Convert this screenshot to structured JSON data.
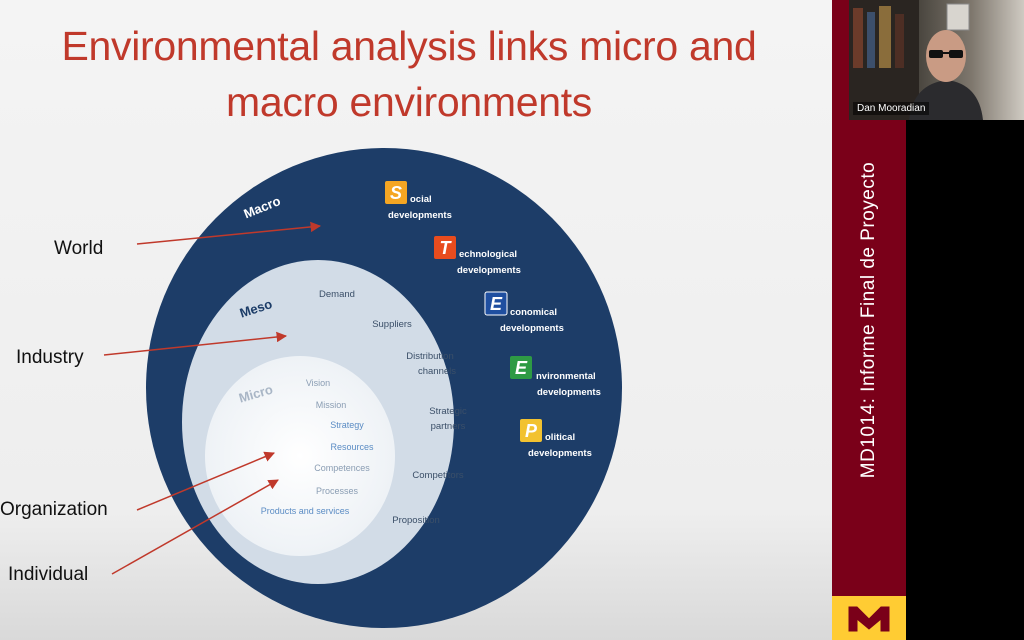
{
  "slide": {
    "title_line1": "Environmental analysis links micro and",
    "title_line2": "macro environments"
  },
  "levels": {
    "world": "World",
    "industry": "Industry",
    "organization": "Organization",
    "individual": "Individual"
  },
  "rings": {
    "macro": "Macro",
    "meso": "Meso",
    "micro": "Micro"
  },
  "meso_items": [
    "Demand",
    "Suppliers",
    "Distribution",
    "channels",
    "Strategic",
    "partners",
    "Competitors",
    "Proposition"
  ],
  "micro_items": [
    "Vision",
    "Mission",
    "Strategy",
    "Resources",
    "Competences",
    "Processes",
    "Products and services"
  ],
  "steep": [
    {
      "letter": "S",
      "rest": "ocial",
      "line2": "developments",
      "color": "#f5a623"
    },
    {
      "letter": "T",
      "rest": "echnological",
      "line2": "developments",
      "color": "#e84c1e"
    },
    {
      "letter": "E",
      "rest": "conomical",
      "line2": "developments",
      "color": "#1f4fa0"
    },
    {
      "letter": "E",
      "rest": "nvironmental",
      "line2": "developments",
      "color": "#2e9a44"
    },
    {
      "letter": "P",
      "rest": "olitical",
      "line2": "developments",
      "color": "#f2c230"
    }
  ],
  "sidebar": {
    "course_title": "MD1014: Informe Final de Proyecto"
  },
  "video": {
    "participant_name": "Dan Mooradian"
  },
  "colors": {
    "title": "#c0392b",
    "macro_fill": "#1d3d68",
    "sidebar": "#7a0019",
    "gold": "#ffcc33"
  }
}
